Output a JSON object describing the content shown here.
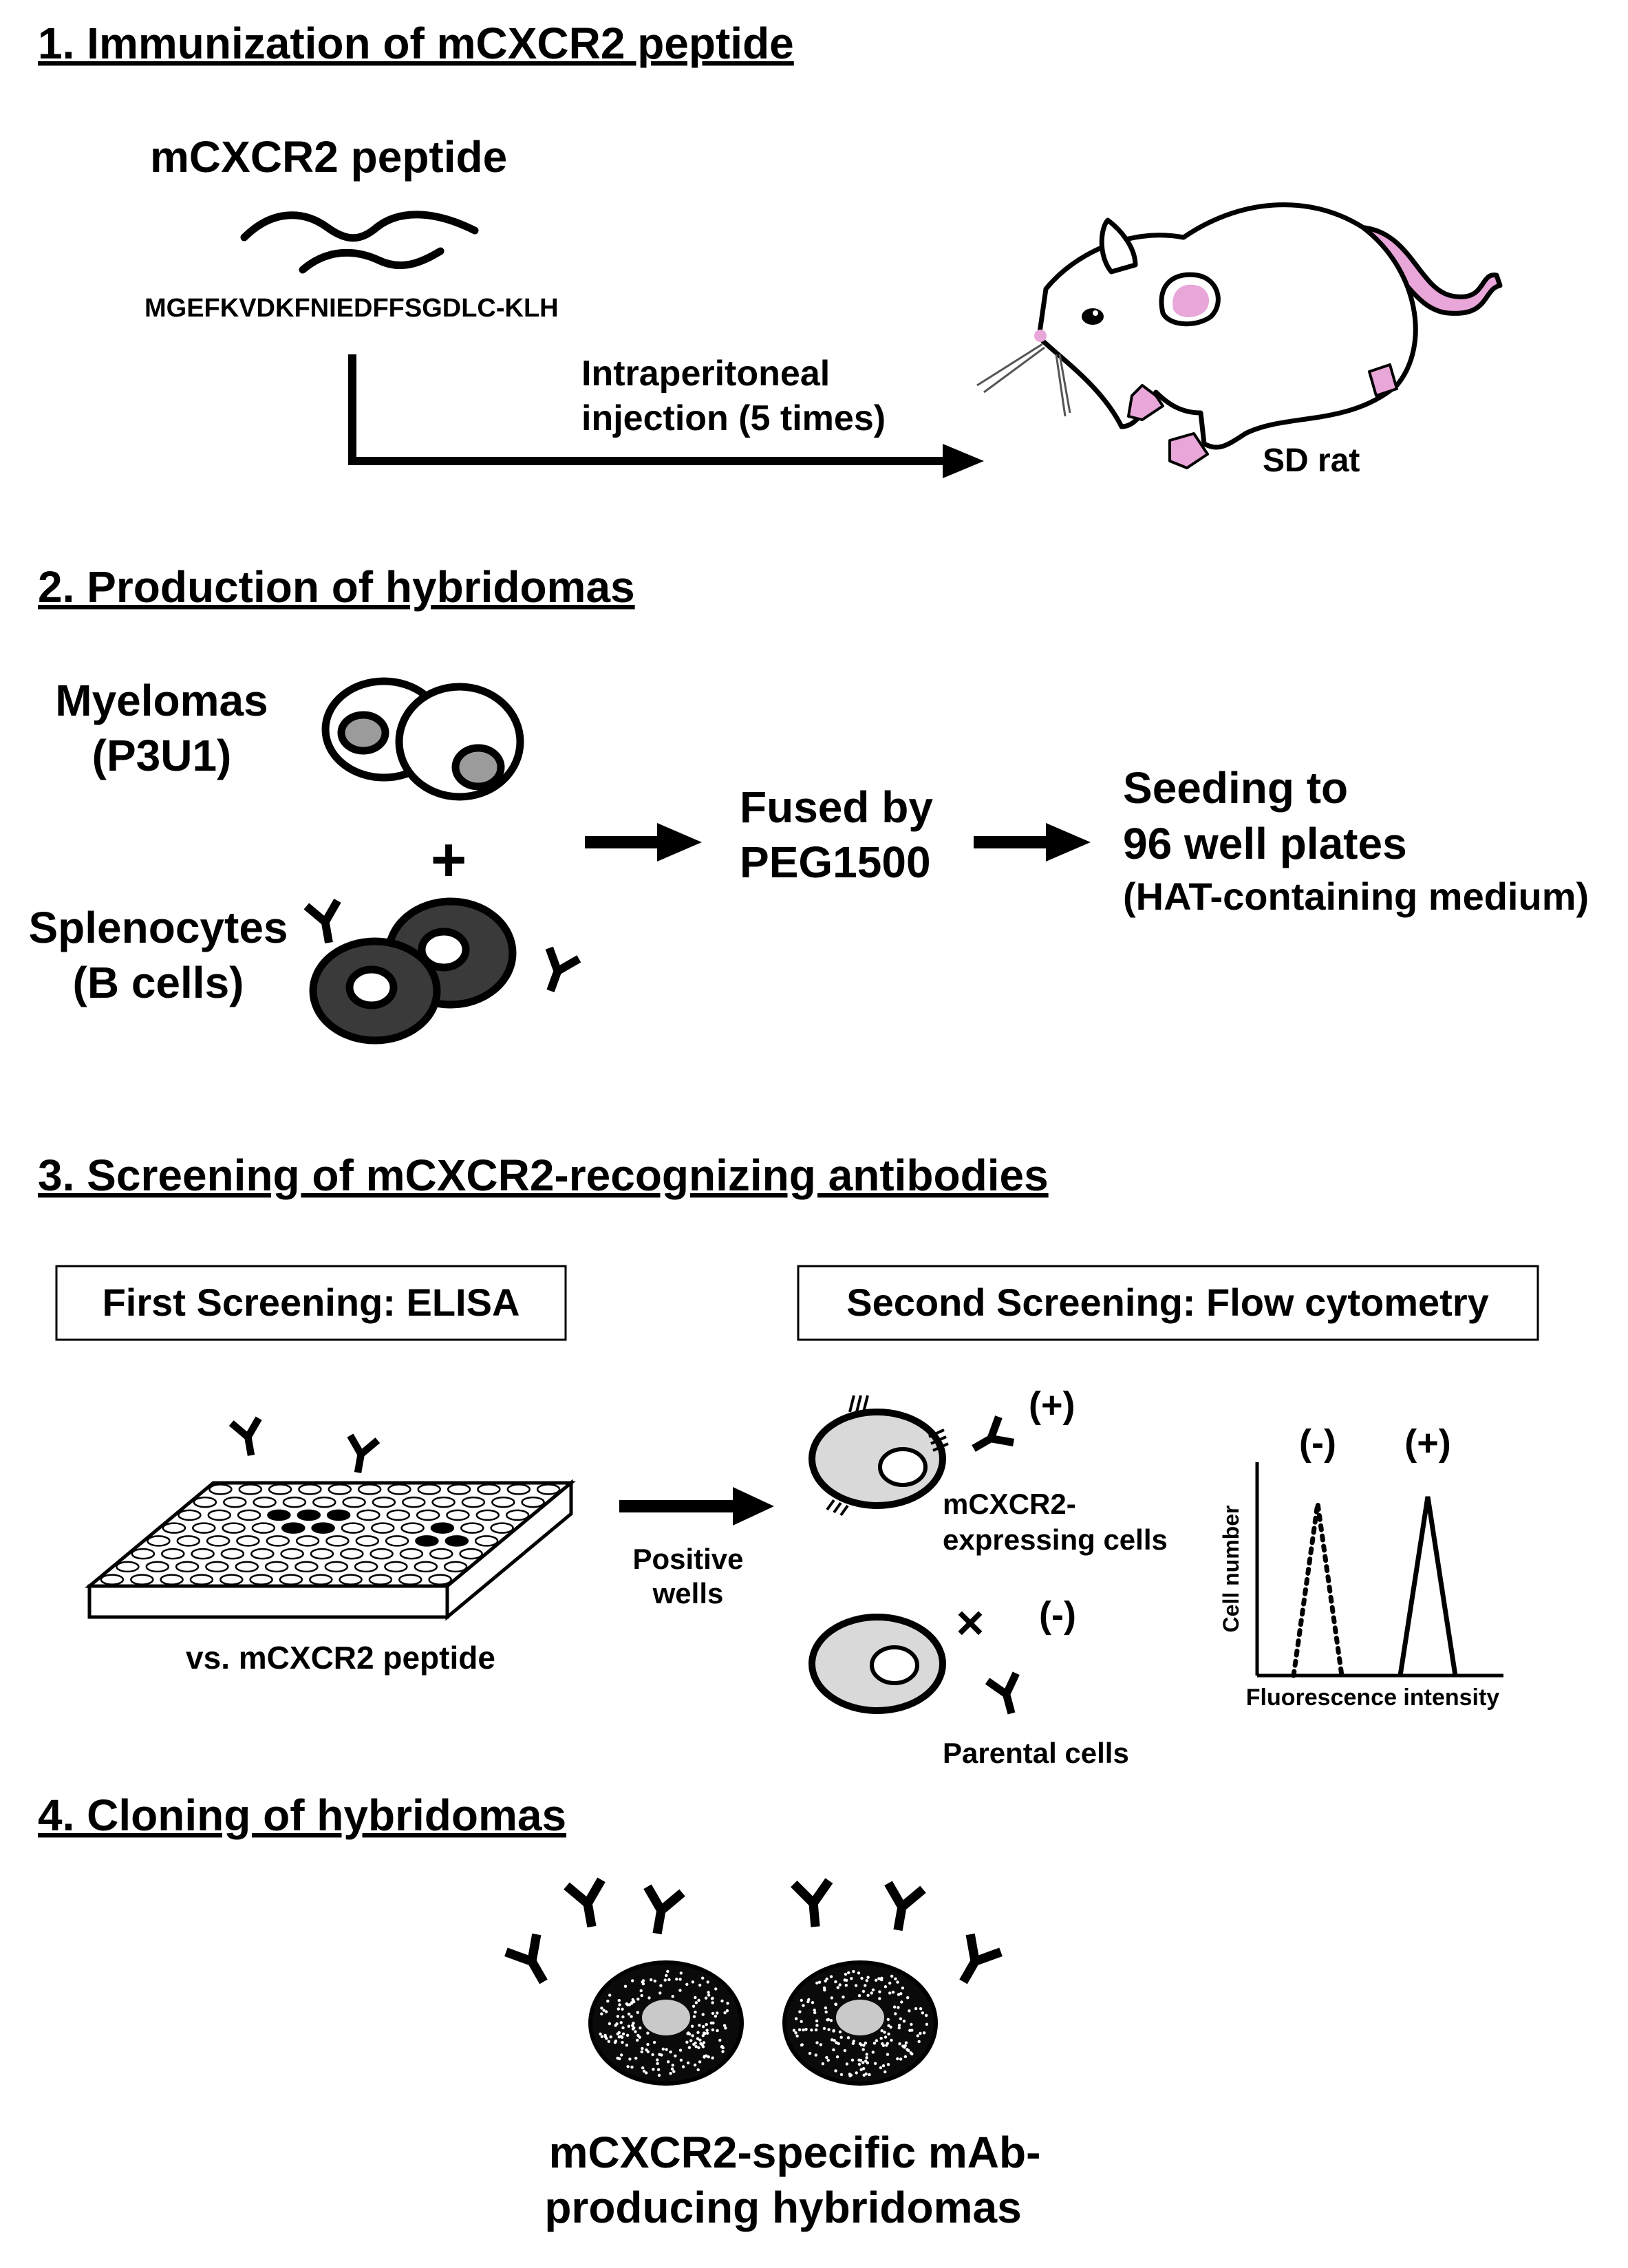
{
  "sections": {
    "s1": {
      "title": "1. Immunization of mCXCR2 peptide"
    },
    "s2": {
      "title": "2. Production of hybridomas"
    },
    "s3": {
      "title": "3. Screening of mCXCR2-recognizing antibodies"
    },
    "s4": {
      "title": "4. Cloning of hybridomas"
    }
  },
  "immunization": {
    "peptide_label": "mCXCR2 peptide",
    "peptide_sequence": "MGEFKVDKFNIEDFFSGDLC-KLH",
    "injection_line1": "Intraperitoneal",
    "injection_line2": "injection (5 times)",
    "rat_label": "SD rat"
  },
  "production": {
    "myeloma_line1": "Myelomas",
    "myeloma_line2": "(P3U1)",
    "plus": "+",
    "spleno_line1": "Splenocytes",
    "spleno_line2": "(B cells)",
    "fused_line1": "Fused by",
    "fused_line2": "PEG1500",
    "seed_line1": "Seeding to",
    "seed_line2": "96 well plates",
    "seed_line3": "(HAT-containing medium)"
  },
  "screening": {
    "first_box": "First Screening: ELISA",
    "second_box": "Second Screening: Flow cytometry",
    "plate_caption": "vs. mCXCR2 peptide",
    "positive_line1": "Positive",
    "positive_line2": "wells",
    "pos_sign": "(+)",
    "neg_sign": "(-)",
    "expressing_line1": "mCXCR2-",
    "expressing_line2": "expressing cells",
    "parental": "Parental cells",
    "cross": "×",
    "chart_neg": "(-)",
    "chart_pos": "(+)",
    "chart_ylabel": "Cell number",
    "chart_xlabel": "Fluorescence intensity"
  },
  "cloning": {
    "caption_line1": "mCXCR2-specific mAb-",
    "caption_line2": "producing hybridomas"
  },
  "colors": {
    "ink": "#000000",
    "cell_gray": "#d9d9d9",
    "myeloma_nucleus": "#9b9b9b",
    "b_cell_dark": "#3a3a3a",
    "rat_pink": "#e8a6d9"
  }
}
